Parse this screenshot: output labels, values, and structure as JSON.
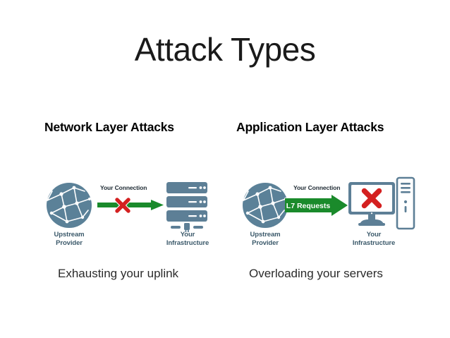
{
  "slide": {
    "title": "Attack Types",
    "background_color": "#ffffff"
  },
  "columns": [
    {
      "id": "network-layer",
      "heading": "Network Layer Attacks",
      "caption": "Exhausting your uplink",
      "diagram": {
        "source_label_line1": "Upstream",
        "source_label_line2": "Provider",
        "target_label_line1": "Your",
        "target_label_line2": "Infrastructure",
        "connection_label": "Your Connection",
        "arrow_text": "",
        "blocked": true,
        "target_type": "server-stack"
      }
    },
    {
      "id": "application-layer",
      "heading": "Application Layer Attacks",
      "caption": "Overloading your servers",
      "diagram": {
        "source_label_line1": "Upstream",
        "source_label_line2": "Provider",
        "target_label_line1": "Your",
        "target_label_line2": "Infrastructure",
        "connection_label": "Your Connection",
        "arrow_text": "L7 Requests",
        "blocked": true,
        "target_type": "desktop-computer"
      }
    }
  ],
  "colors": {
    "title_text": "#1a1a1a",
    "heading_text": "#000000",
    "caption_text": "#2b2b2b",
    "device_blue": "#5d7f96",
    "globe_blue": "#5b8198",
    "label_blue": "#3c5a6b",
    "arrow_green": "#1a8a2b",
    "error_red": "#d42020",
    "white": "#ffffff"
  }
}
